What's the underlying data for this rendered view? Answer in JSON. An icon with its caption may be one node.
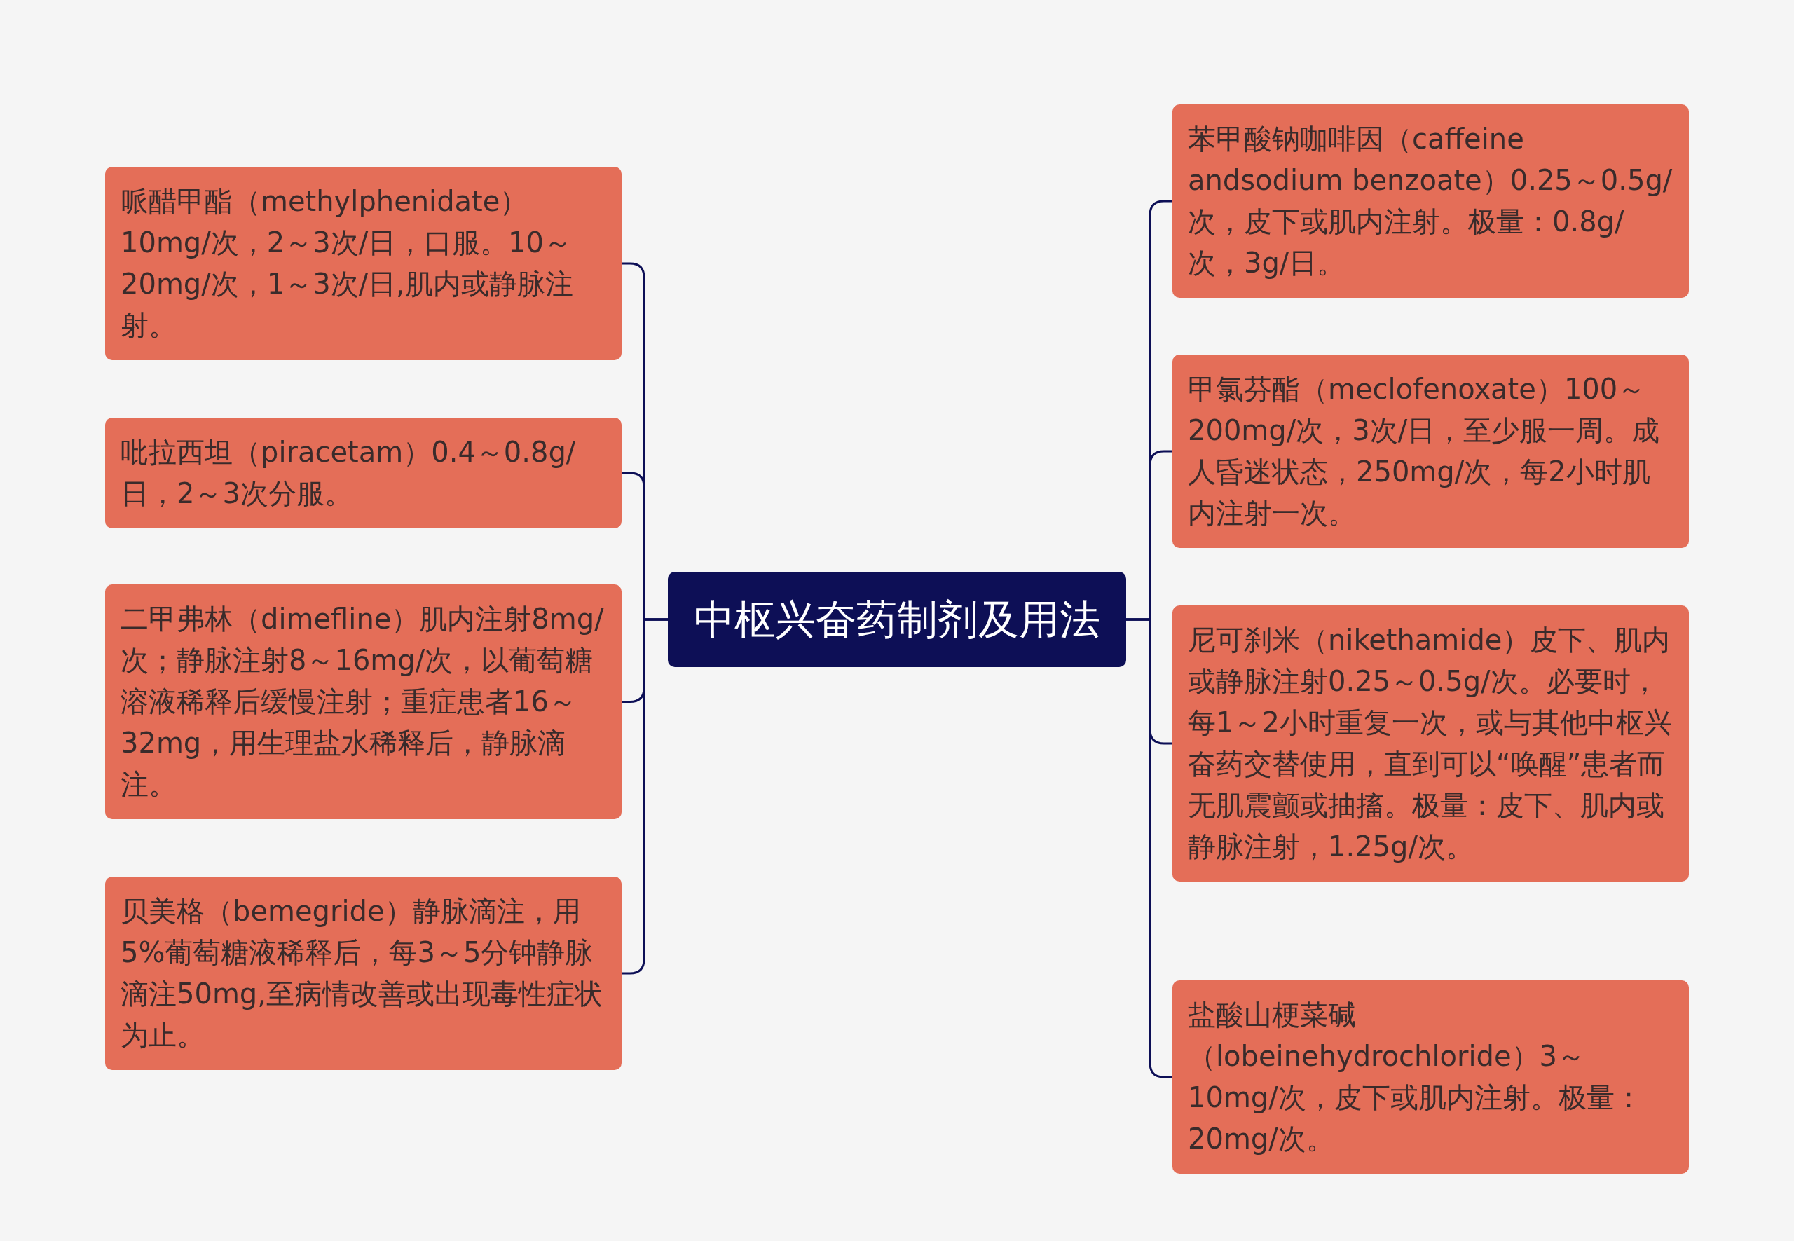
{
  "diagram": {
    "nodes": [
      {
        "text": [
          "中枢兴奋药制剂及用法"
        ]
      },
      {
        "text": [
          "哌醋甲酯（methylphenidate）10mg/次，2～3次/日，口服。10～20mg/次，1～3次/日,肌内或静脉注射。"
        ]
      },
      {
        "text": [
          "吡拉西坦（piracetam）0.4～0.8g/日，2～3次分服。"
        ]
      },
      {
        "text": [
          "二甲弗林（dimefline）肌内注射8mg/次；静脉注射8～16mg/次，以葡萄糖溶液稀释后缓慢注射；重症患者16～32mg，用生理盐水稀释后，静脉滴注。"
        ]
      },
      {
        "text": [
          "贝美格（bemegride）静脉滴注，用5%葡萄糖液稀释后，每3～5分钟静脉滴注50mg,至病情改善或出现毒性症状为止。"
        ]
      },
      {
        "text": [
          "苯甲酸钠咖啡因（caffeine andsodium benzoate）0.25～0.5g/次，皮下或肌内注射。极量：0.8g/次，3g/日。"
        ]
      },
      {
        "text": [
          "甲氯芬酯（meclofenoxate）100～200mg/次，3次/日，至少服一周。成人昏迷状态，250mg/次，每2小时肌内注射一次。"
        ]
      },
      {
        "text": [
          "尼可刹米（nikethamide）皮下、肌内或静脉注射0.25～0.5g/次。必要时，每1～2小时重复一次，或与其他中枢兴奋药交替使用，直到可以“唤醒”患者而无肌震颤或抽搐。极量：皮下、肌内或静脉注射，1.25g/次。"
        ]
      },
      {
        "text": [
          "盐酸山梗菜碱（lobeinehydrochloride）3～10mg/次，皮下或肌内注射。极量：20mg/次。"
        ]
      }
    ],
    "edges": [
      {
        "from": 0,
        "to": 1,
        "arrow": "none"
      },
      {
        "from": 0,
        "to": 2,
        "arrow": "none"
      },
      {
        "from": 0,
        "to": 3,
        "arrow": "none"
      },
      {
        "from": 0,
        "to": 4,
        "arrow": "none"
      },
      {
        "from": 0,
        "to": 5,
        "arrow": "none"
      },
      {
        "from": 0,
        "to": 6,
        "arrow": "none"
      },
      {
        "from": 0,
        "to": 7,
        "arrow": "none"
      },
      {
        "from": 0,
        "to": 8,
        "arrow": "none"
      }
    ]
  }
}
